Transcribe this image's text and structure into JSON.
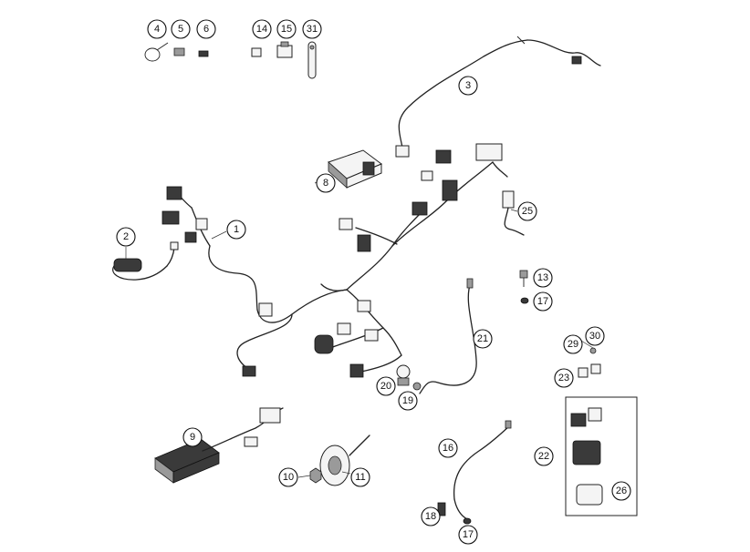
{
  "diagram": {
    "callouts": [
      "1",
      "2",
      "3",
      "4",
      "5",
      "6",
      "8",
      "9",
      "10",
      "11",
      "13",
      "14",
      "15",
      "16",
      "17",
      "17",
      "18",
      "19",
      "20",
      "21",
      "22",
      "23",
      "25",
      "26",
      "29",
      "30",
      "31"
    ]
  }
}
